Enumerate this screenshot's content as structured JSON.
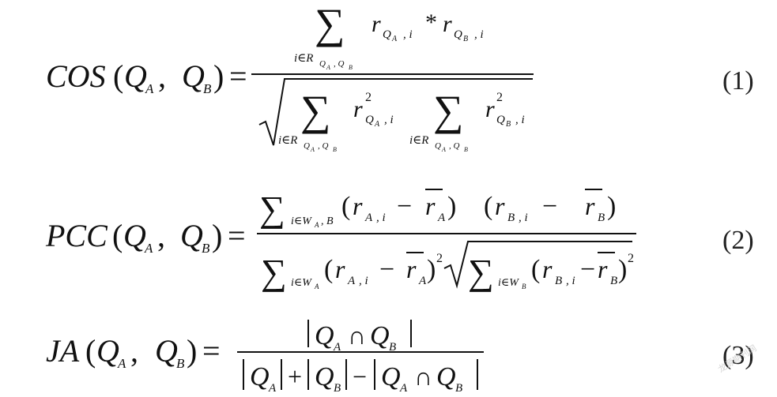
{
  "equations": [
    {
      "number": "(1)"
    },
    {
      "number": "(2)"
    },
    {
      "number": "(3)"
    }
  ],
  "watermark": "龙源期刊网"
}
